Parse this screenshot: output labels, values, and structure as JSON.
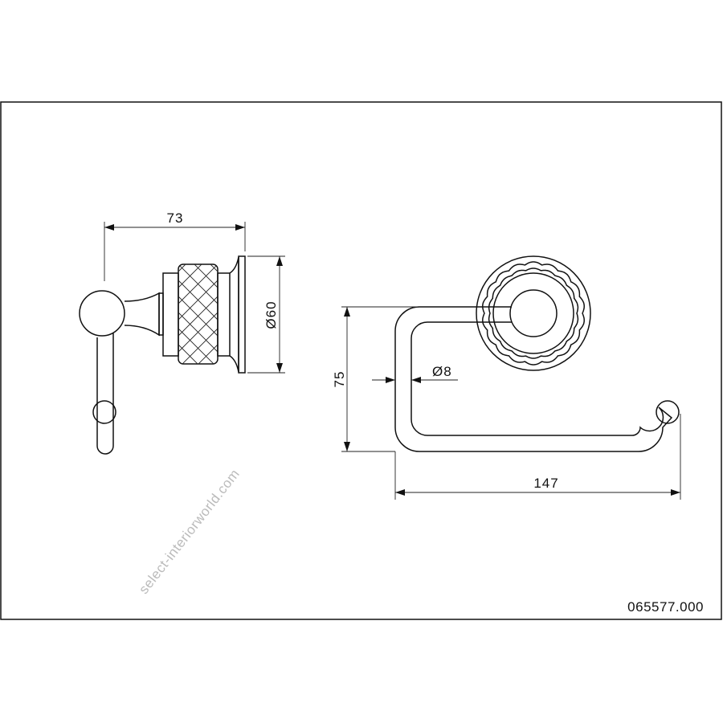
{
  "drawing": {
    "part_number": "065577.000",
    "watermark": "select-interiorworld.com",
    "side_view": {
      "depth_label": "73",
      "base_diameter_label": "Ø60"
    },
    "front_view": {
      "height_label": "75",
      "rod_diameter_label": "Ø8",
      "width_label": "147"
    }
  }
}
